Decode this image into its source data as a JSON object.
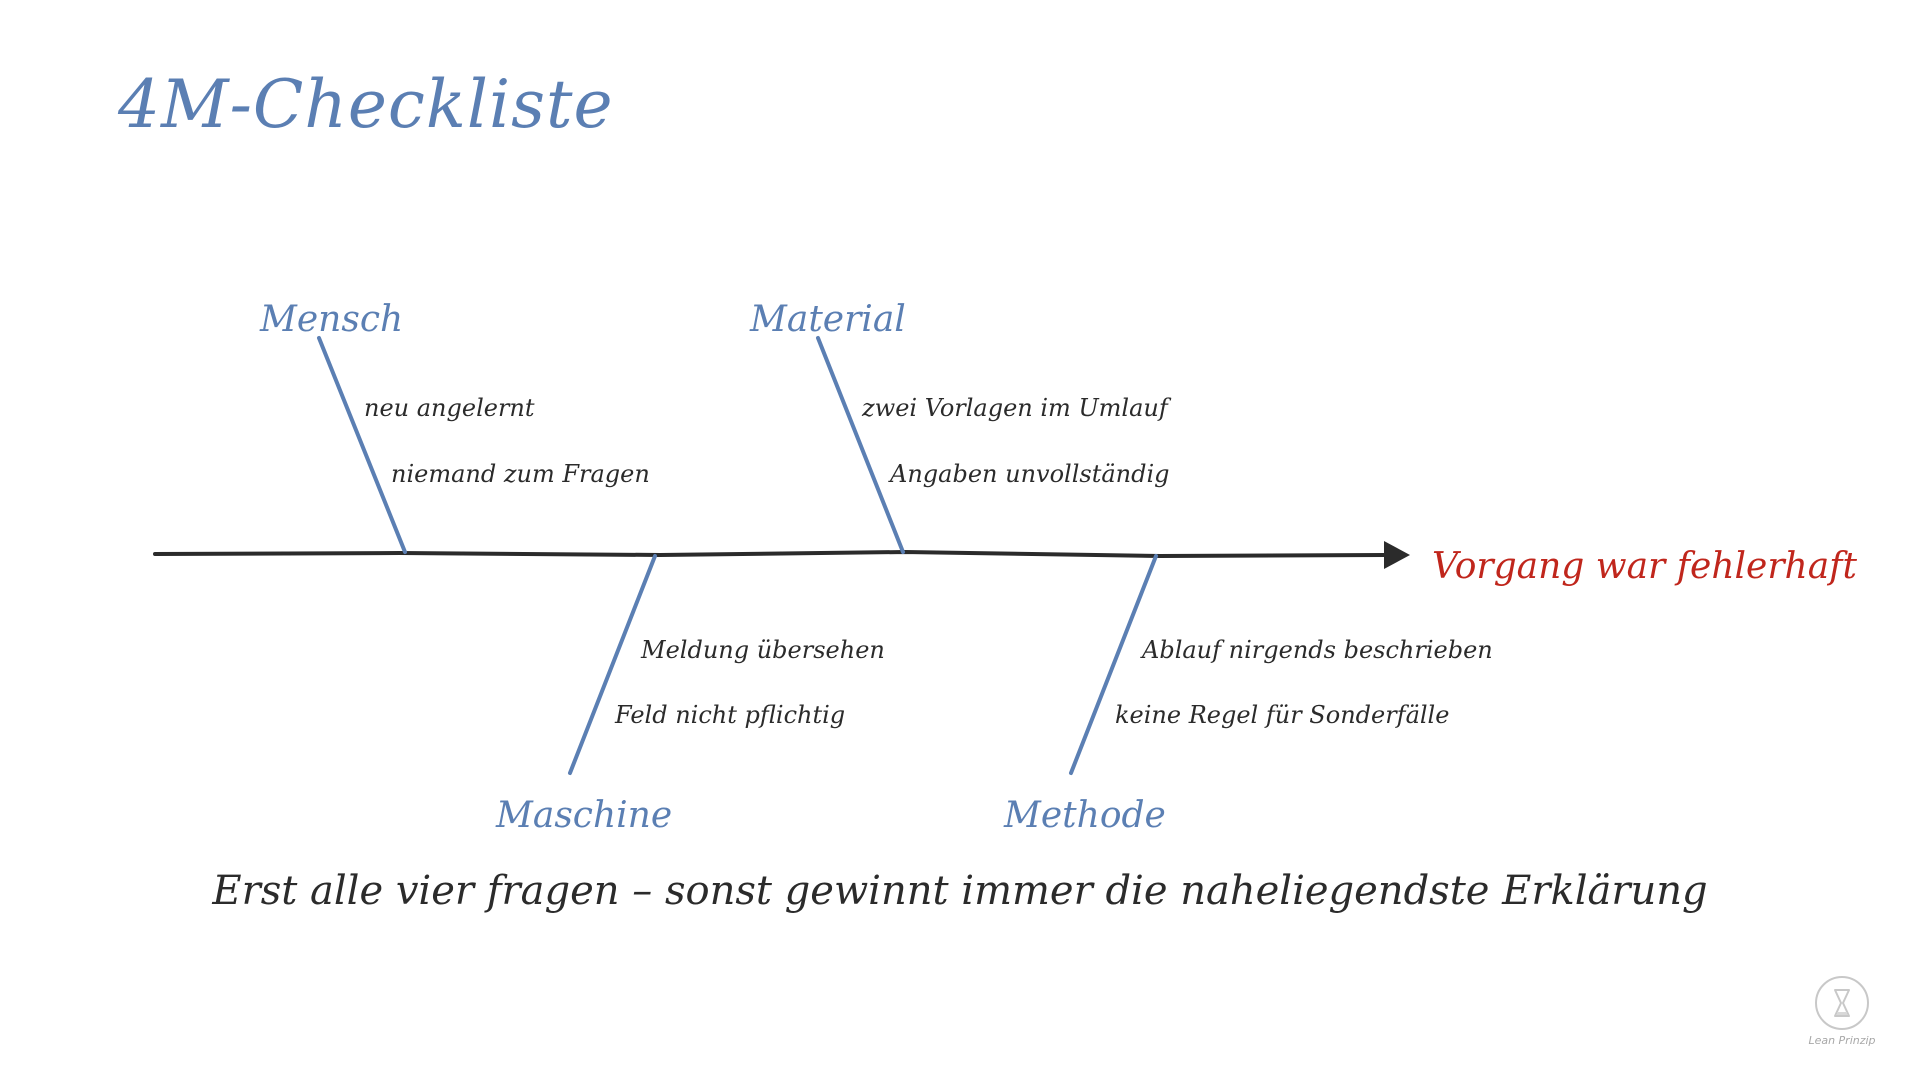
{
  "title": "4M-Checkliste",
  "effect": "Vorgang war fehlerhaft",
  "categories": [
    {
      "name": "Mensch",
      "causes": [
        "neu angelernt",
        "niemand zum Fragen"
      ]
    },
    {
      "name": "Material",
      "causes": [
        "zwei Vorlagen im Umlauf",
        "Angaben unvollständig"
      ]
    },
    {
      "name": "Maschine",
      "causes": [
        "Meldung übersehen",
        "Feld nicht pflichtig"
      ]
    },
    {
      "name": "Methode",
      "causes": [
        "Ablauf nirgends beschrieben",
        "keine Regel für Sonderfälle"
      ]
    }
  ],
  "footer_note": "Erst alle vier fragen – sonst gewinnt immer die naheliegendste Erklärung",
  "logo": {
    "icon": "hourglass-icon",
    "text": "Lean Prinzip"
  },
  "colors": {
    "category": "#5b7fb3",
    "effect": "#c0261c",
    "spine": "#2b2b2b",
    "text": "#2b2b2b"
  }
}
